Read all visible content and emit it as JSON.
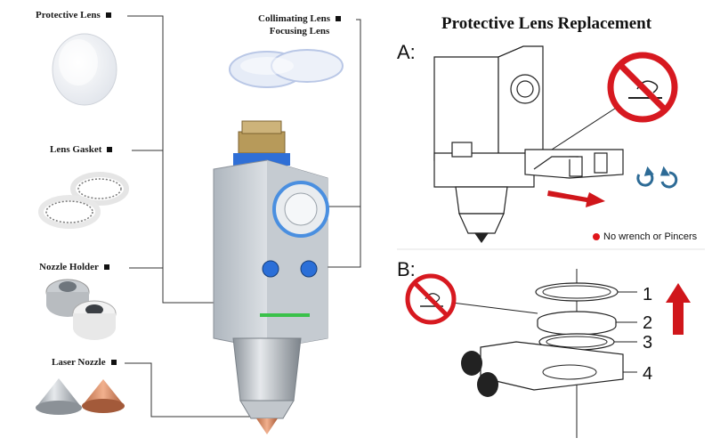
{
  "left": {
    "parts": [
      {
        "label": "Protective Lens",
        "icon": "protective-lens-image"
      },
      {
        "label": "Lens Gasket",
        "icon": "lens-gasket-image"
      },
      {
        "label": "Nozzle Holder",
        "icon": "nozzle-holder-image"
      },
      {
        "label": "Laser Nozzle",
        "icon": "laser-nozzle-image"
      }
    ],
    "lens_pair": {
      "line1": "Collimating Lens",
      "line2": "Focusing Lens"
    }
  },
  "right": {
    "title": "Protective Lens Replacement",
    "section_a": {
      "label": "A:",
      "note": "No wrench or Pincers",
      "note_dot_color": "#e0161b"
    },
    "section_b": {
      "label": "B:",
      "numbers": [
        "1",
        "2",
        "3",
        "4"
      ]
    }
  },
  "colors": {
    "prohibit_red": "#d71920",
    "arrow_red": "#d0161b",
    "rotate_blue": "#2d6b96"
  }
}
